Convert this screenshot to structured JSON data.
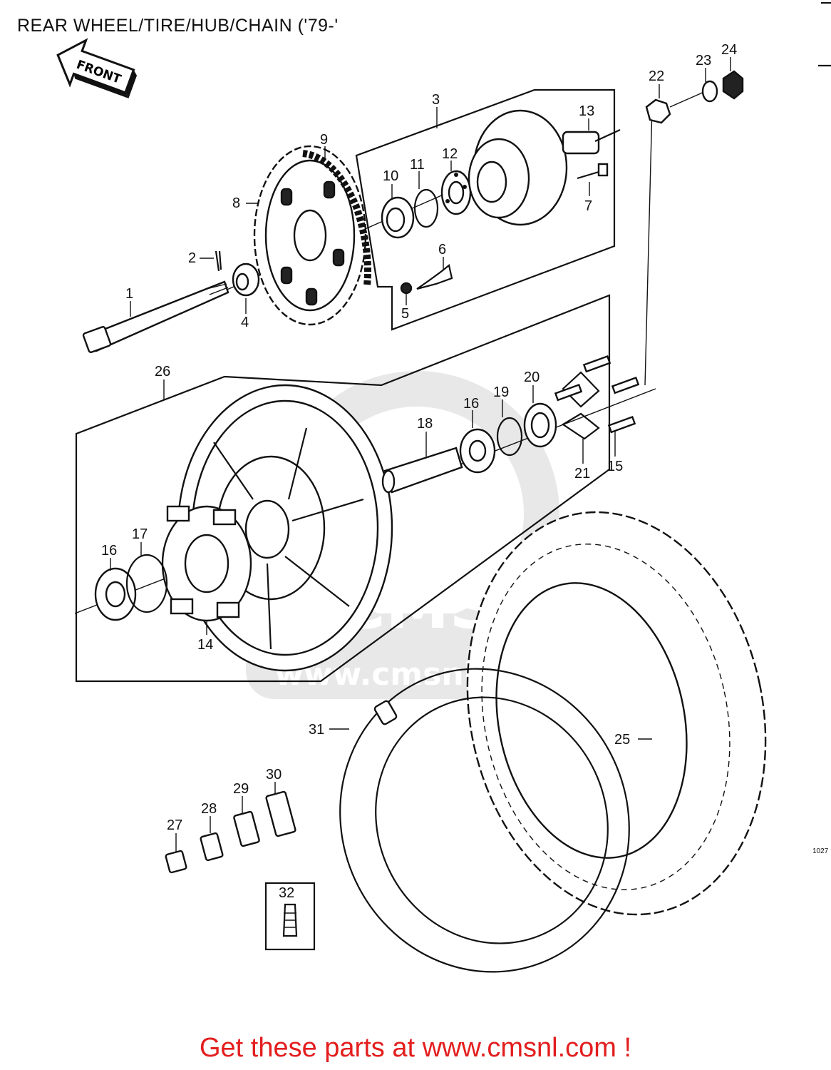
{
  "page": {
    "title": "REAR WHEEL/TIRE/HUB/CHAIN ('79-'",
    "promo_text": "Get these parts at www.cmsnl.com !",
    "promo_color": "#e31e1e",
    "watermark_text": "www.cmsnl.com",
    "watermark_logo": "CMS",
    "drawing_code": "1027",
    "front_arrow_label": "FRONT"
  },
  "callouts": [
    "1",
    "2",
    "3",
    "4",
    "5",
    "6",
    "7",
    "8",
    "9",
    "10",
    "11",
    "12",
    "13",
    "14",
    "15",
    "16",
    "16",
    "17",
    "18",
    "19",
    "20",
    "21",
    "22",
    "23",
    "24",
    "25",
    "26",
    "27",
    "28",
    "29",
    "30",
    "31",
    "32"
  ],
  "parts": [
    {
      "id": "axle",
      "label": "1"
    },
    {
      "id": "cotter-pin",
      "label": "2"
    },
    {
      "id": "hub-assembly-frame",
      "label": "3"
    },
    {
      "id": "collar",
      "label": "4"
    },
    {
      "id": "nut",
      "label": "5"
    },
    {
      "id": "lock-washer",
      "label": "6"
    },
    {
      "id": "stud",
      "label": "7"
    },
    {
      "id": "sprocket",
      "label": "8"
    },
    {
      "id": "chain",
      "label": "9"
    },
    {
      "id": "oil-seal",
      "label": "10"
    },
    {
      "id": "circlip",
      "label": "11"
    },
    {
      "id": "bearing",
      "label": "12"
    },
    {
      "id": "sprocket-hub",
      "label": "13"
    },
    {
      "id": "coupling-damper",
      "label": "14"
    },
    {
      "id": "bolt",
      "label": "15"
    },
    {
      "id": "ball-bearing",
      "label": "16"
    },
    {
      "id": "o-ring",
      "label": "17"
    },
    {
      "id": "distance-collar",
      "label": "18"
    },
    {
      "id": "snap-ring",
      "label": "19"
    },
    {
      "id": "grease-seal",
      "label": "20"
    },
    {
      "id": "lock-plate",
      "label": "21"
    },
    {
      "id": "axle-nut",
      "label": "22"
    },
    {
      "id": "washer",
      "label": "23"
    },
    {
      "id": "cap-nut",
      "label": "24"
    },
    {
      "id": "tire",
      "label": "25"
    },
    {
      "id": "wheel",
      "label": "26"
    },
    {
      "id": "balance-weight-a",
      "label": "27"
    },
    {
      "id": "balance-weight-b",
      "label": "28"
    },
    {
      "id": "balance-weight-c",
      "label": "29"
    },
    {
      "id": "balance-weight-d",
      "label": "30"
    },
    {
      "id": "inner-tube",
      "label": "31"
    },
    {
      "id": "valve-core",
      "label": "32"
    }
  ]
}
